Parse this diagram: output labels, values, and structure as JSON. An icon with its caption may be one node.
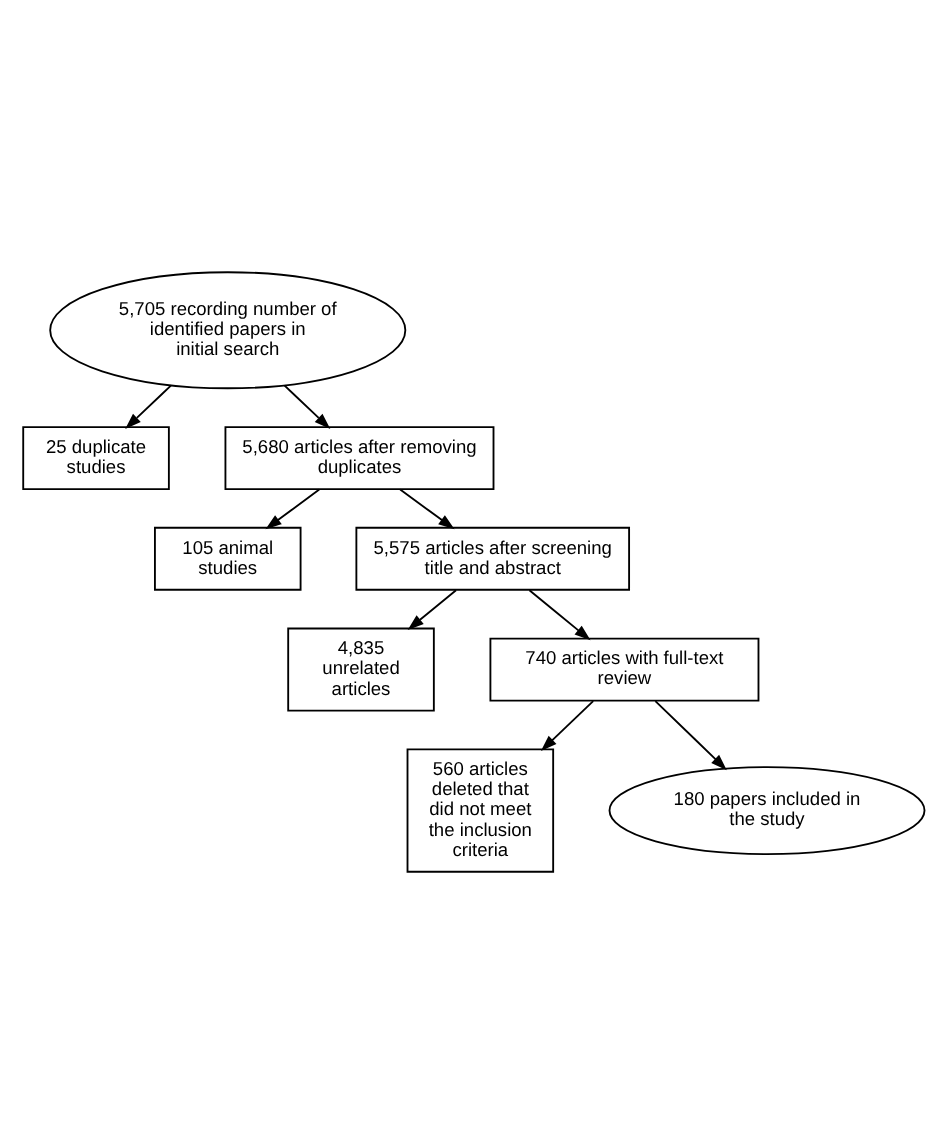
{
  "diagram": {
    "nodes": [
      {
        "text": [
          "5,705 recording number of identified papers in initial search"
        ]
      },
      {
        "text": [
          "25 duplicate studies"
        ]
      },
      {
        "text": [
          "5,680 articles after removing duplicates"
        ]
      },
      {
        "text": [
          "105 animal studies"
        ]
      },
      {
        "text": [
          "5,575 articles after screening title and abstract"
        ]
      },
      {
        "text": [
          "4,835 unrelated articles"
        ]
      },
      {
        "text": [
          "740 articles with full-text review"
        ]
      },
      {
        "text": [
          "560 articles deleted that did not meet the inclusion criteria"
        ]
      },
      {
        "text": [
          "180 papers included in the study"
        ]
      }
    ],
    "edges": [
      {
        "from": 0,
        "to": 2,
        "arrow": "to"
      },
      {
        "from": 0,
        "to": 1,
        "arrow": "to"
      },
      {
        "from": 2,
        "to": 4,
        "arrow": "to"
      },
      {
        "from": 2,
        "to": 3,
        "arrow": "to"
      },
      {
        "from": 4,
        "to": 6,
        "arrow": "to"
      },
      {
        "from": 4,
        "to": 5,
        "arrow": "to"
      },
      {
        "from": 6,
        "to": 8,
        "arrow": "to"
      },
      {
        "from": 6,
        "to": 7,
        "arrow": "to"
      }
    ]
  }
}
